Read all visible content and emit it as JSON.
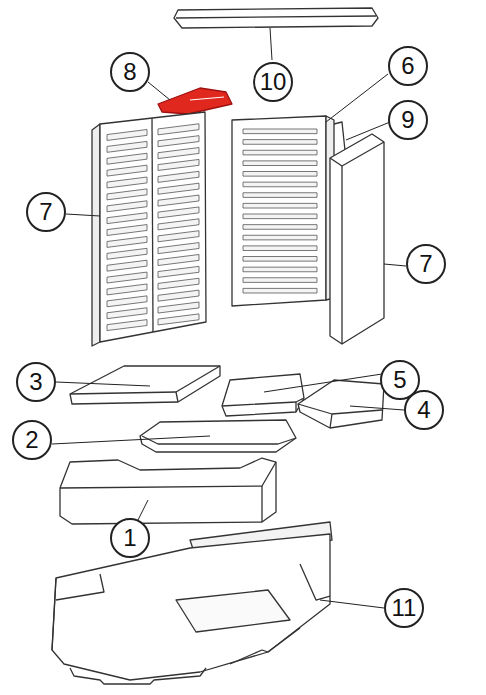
{
  "diagram": {
    "nodes": [
      {
        "text": [
          "8"
        ]
      },
      {
        "text": [
          "10"
        ]
      },
      {
        "text": [
          "6"
        ]
      },
      {
        "text": [
          "9"
        ]
      },
      {
        "text": [
          "7"
        ]
      },
      {
        "text": [
          "7"
        ]
      },
      {
        "text": [
          "3"
        ]
      },
      {
        "text": [
          "5"
        ]
      },
      {
        "text": [
          "4"
        ]
      },
      {
        "text": [
          "2"
        ]
      },
      {
        "text": [
          "1"
        ]
      },
      {
        "text": [
          "11"
        ]
      }
    ]
  }
}
